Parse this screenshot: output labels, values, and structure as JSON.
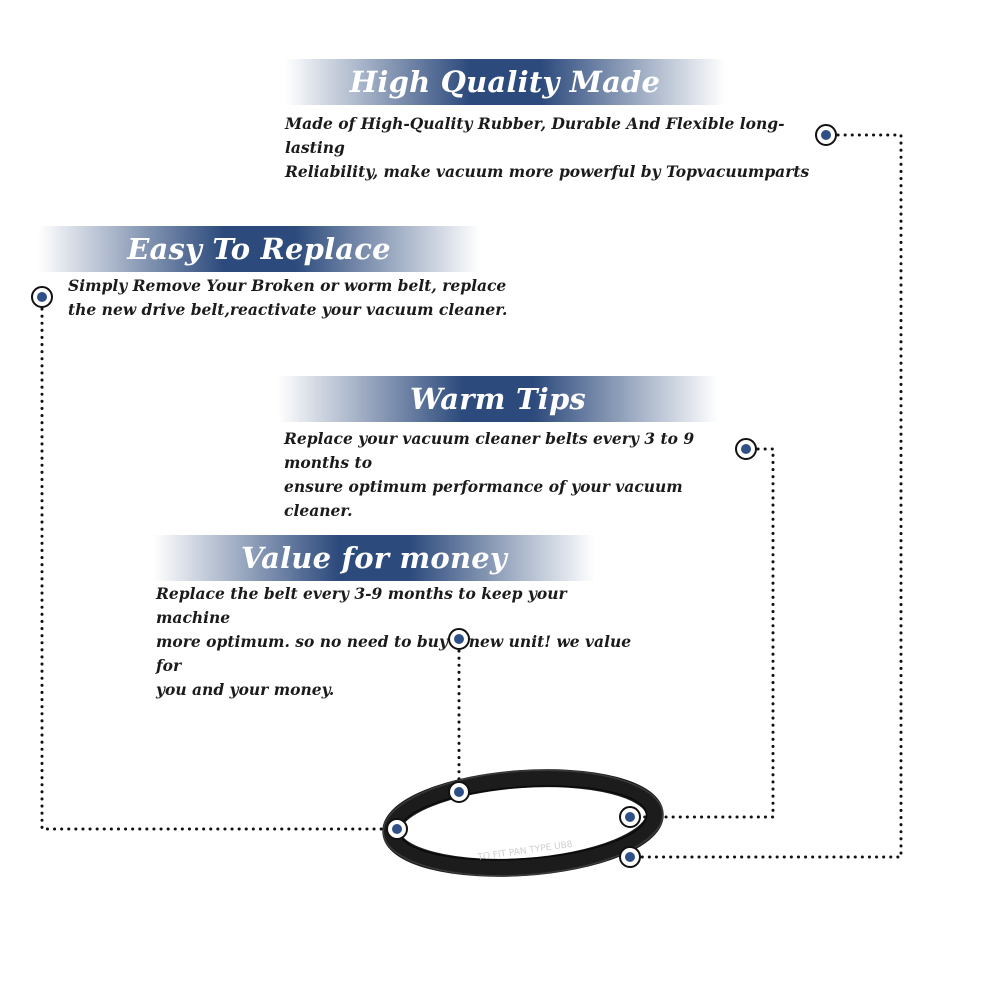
{
  "sections": {
    "quality": {
      "title": "High Quality Made",
      "desc_lines": [
        "Made of  High-Quality Rubber, Durable And Flexible long-lasting",
        "Reliability, make vacuum more powerful by Topvacuumparts"
      ]
    },
    "replace": {
      "title": "Easy To Replace",
      "desc_lines": [
        "Simply Remove Your Broken or worm belt, replace",
        "the new drive belt,reactivate your vacuum cleaner."
      ]
    },
    "tips": {
      "title": "Warm Tips",
      "desc_lines": [
        "Replace your vacuum cleaner belts every 3 to 9 months to",
        "ensure optimum performance of your vacuum cleaner."
      ]
    },
    "value": {
      "title": "Value for money",
      "desc_lines": [
        "Replace the belt every 3-9 months to keep your machine",
        "more optimum. so no need to buy a new unit! we value for",
        "you and your money."
      ]
    }
  },
  "belt": {
    "print_text": "TO FIT PAN TYPE UB8"
  },
  "colors": {
    "banner_dark": "#2c4a7c",
    "banner_light": "#ffffff",
    "marker": "#2f4f86",
    "dots": "#111111"
  }
}
